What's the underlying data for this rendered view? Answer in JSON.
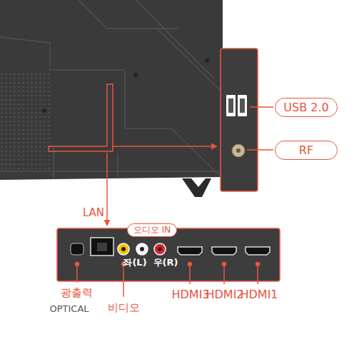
{
  "diagram": {
    "nodes": [
      {
        "text": [
          "USB 2.0"
        ]
      },
      {
        "text": [
          "RF"
        ]
      },
      {
        "text": [
          "오디오 IN"
        ]
      }
    ],
    "labels": [
      "LAN",
      "좌(L)",
      "우(R)",
      "광출력",
      "OPTICAL",
      "비디오",
      "HDMI3",
      "HDMI2",
      "HDMI1"
    ]
  }
}
